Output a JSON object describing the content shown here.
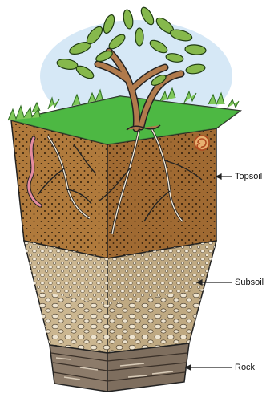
{
  "labels": {
    "topsoil": "Topsoil",
    "subsoil": "Subsoil",
    "rock": "Rock"
  },
  "colors": {
    "sky": "#cfe3f4",
    "grass": "#3fae3a",
    "grass_dark": "#2e8b2e",
    "topsoil": "#b07a3c",
    "topsoil_side": "#9a6630",
    "subsoil": "#c9b58e",
    "subsoil_side": "#b29e78",
    "rock": "#8a7a6a",
    "leaf": "#7fb24a",
    "trunk": "#a8744a",
    "outline": "#222222"
  },
  "icons": [
    "tree-icon",
    "worm-icon",
    "snail-icon",
    "root-icon"
  ]
}
